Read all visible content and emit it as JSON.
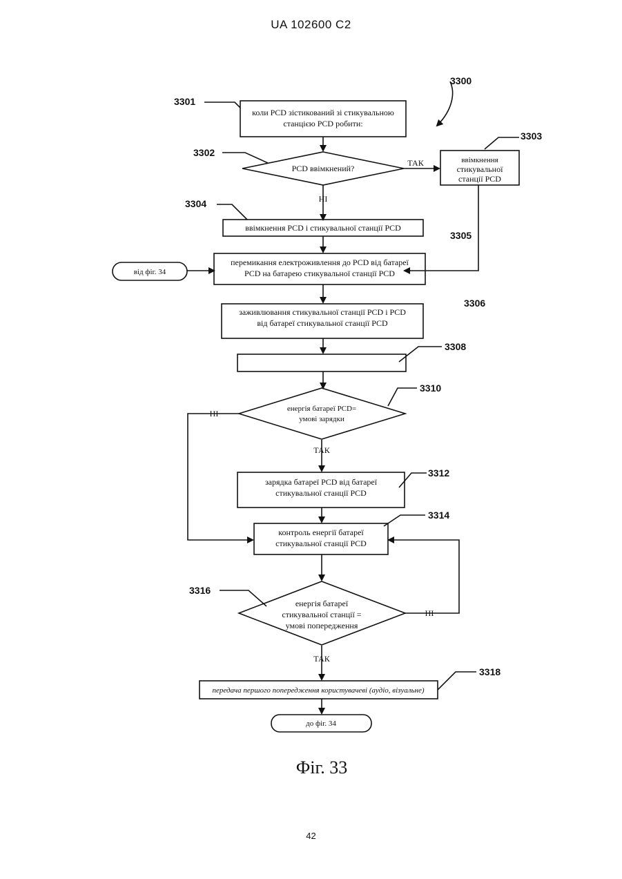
{
  "header": {
    "patent": "UA   102600   C2"
  },
  "figure": {
    "caption": "Фіг. 33",
    "id_ref": "3300",
    "nodes": {
      "s3301": {
        "ref": "3301",
        "line1": "коли PCD зістикований зі стикувальною",
        "line2": "станцією PCD робити:"
      },
      "s3302": {
        "ref": "3302",
        "text": "PCD ввімкнений?"
      },
      "s3303": {
        "ref": "3303",
        "line1": "ввімкнення",
        "line2": "стикувальної",
        "line3": "станції PCD"
      },
      "s3304": {
        "ref": "3304",
        "text": "ввімкнення PCD і стикувальної станції PCD"
      },
      "s3305": {
        "ref": "3305"
      },
      "s3306": {
        "ref": "3306",
        "line1": "перемикання електроживлення до PCD від батареї",
        "line2": "PCD на батарею стикувальної станції PCD"
      },
      "s3306b": {
        "line1": "заживлювання стикувальної станції PCD і PCD",
        "line2": "від батареї стикувальної станції PCD"
      },
      "s3308": {
        "ref": "3308"
      },
      "s3310": {
        "ref": "3310",
        "line1": "енергія батареї PCD=",
        "line2": "умові зарядки"
      },
      "s3312": {
        "ref": "3312",
        "line1": "зарядка батареї PCD від батареї",
        "line2": "стикувальної станції PCD"
      },
      "s3314": {
        "ref": "3314",
        "line1": "контроль енергії батареї",
        "line2": "стикувальної станції PCD"
      },
      "s3316": {
        "ref": "3316",
        "line1": "енергія батареї",
        "line2": "стикувальної станції =",
        "line3": "умові попередження"
      },
      "s3318": {
        "ref": "3318",
        "text": "передача першого попередження користувачеві (аудіо, візуальне)"
      },
      "from_fig": {
        "text": "від фіг. 34"
      },
      "to_fig": {
        "text": "до фіг. 34"
      }
    },
    "labels": {
      "yes_3302": "ТАК",
      "no_3302": "НІ",
      "no_3310": "НІ",
      "yes_3310": "ТАК",
      "no_3316": "НІ",
      "yes_3316": "ТАК"
    }
  },
  "page_number": "42"
}
